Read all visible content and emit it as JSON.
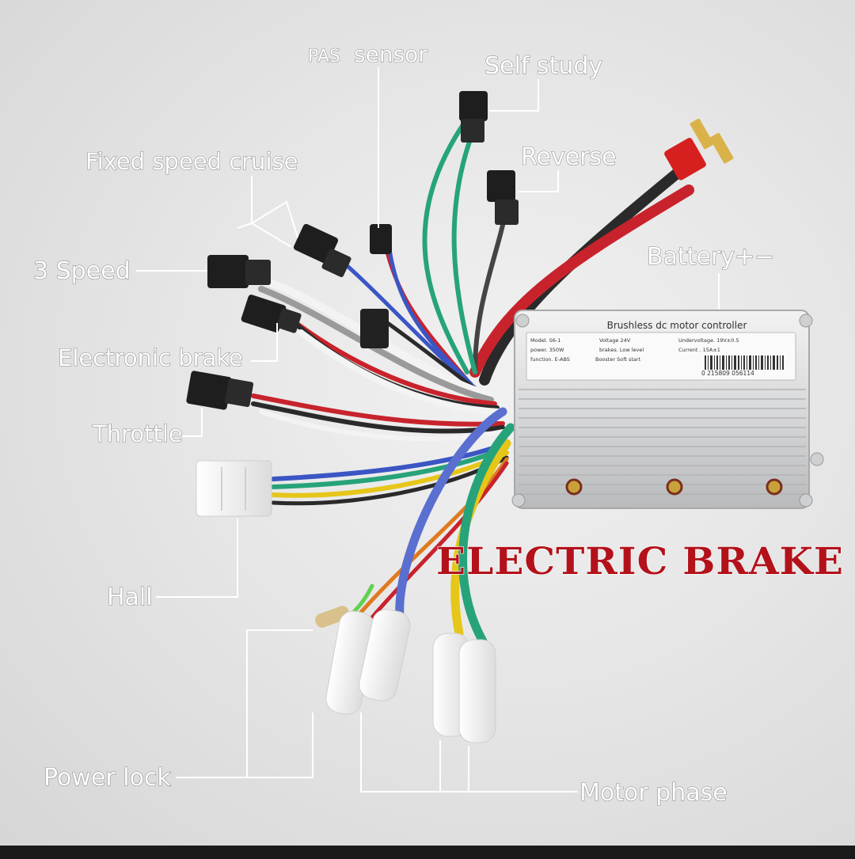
{
  "labels": {
    "pas_sensor_prefix": "PAS",
    "pas_sensor_suffix": "sensor",
    "self_study": "Self study",
    "fixed_speed_cruise": "Fixed speed cruise",
    "reverse": "Reverse",
    "three_speed": "3 Speed",
    "battery": "Battery+−",
    "electronic_brake": "Electronic brake",
    "throttle": "Throttle",
    "hall": "Hall",
    "power_lock": "Power lock",
    "motor_phase": "Motor phase"
  },
  "overlay": {
    "title": "ELECTRIC BRAKE"
  },
  "controller": {
    "title": "Brushless dc motor controller",
    "specs": {
      "model": "Model. S6-1",
      "power": "power. 350W",
      "function": "function. E-ABS",
      "voltage": "Voltage 24V",
      "brakes": "brakes. Low level",
      "booster": "Booster  Soft start",
      "undervoltage": "Undervoltage. 19V±0.5",
      "current": "Current . 15A±1"
    },
    "barcode_number": "0 215809 056114",
    "body_color": "#d9dadb",
    "terminal_color": "#c9a13a"
  },
  "colors": {
    "label_fill": "#ffffff",
    "label_outline": "#8a8a8a",
    "brake_text": "#b3121b",
    "battery_connector": "#d62020",
    "wire_red": "#c8232c",
    "wire_black": "#2a2a2a",
    "wire_blue": "#3b56c4",
    "wire_green": "#27a37a",
    "wire_yellow": "#e6c619",
    "wire_white": "#f3f3f3"
  }
}
